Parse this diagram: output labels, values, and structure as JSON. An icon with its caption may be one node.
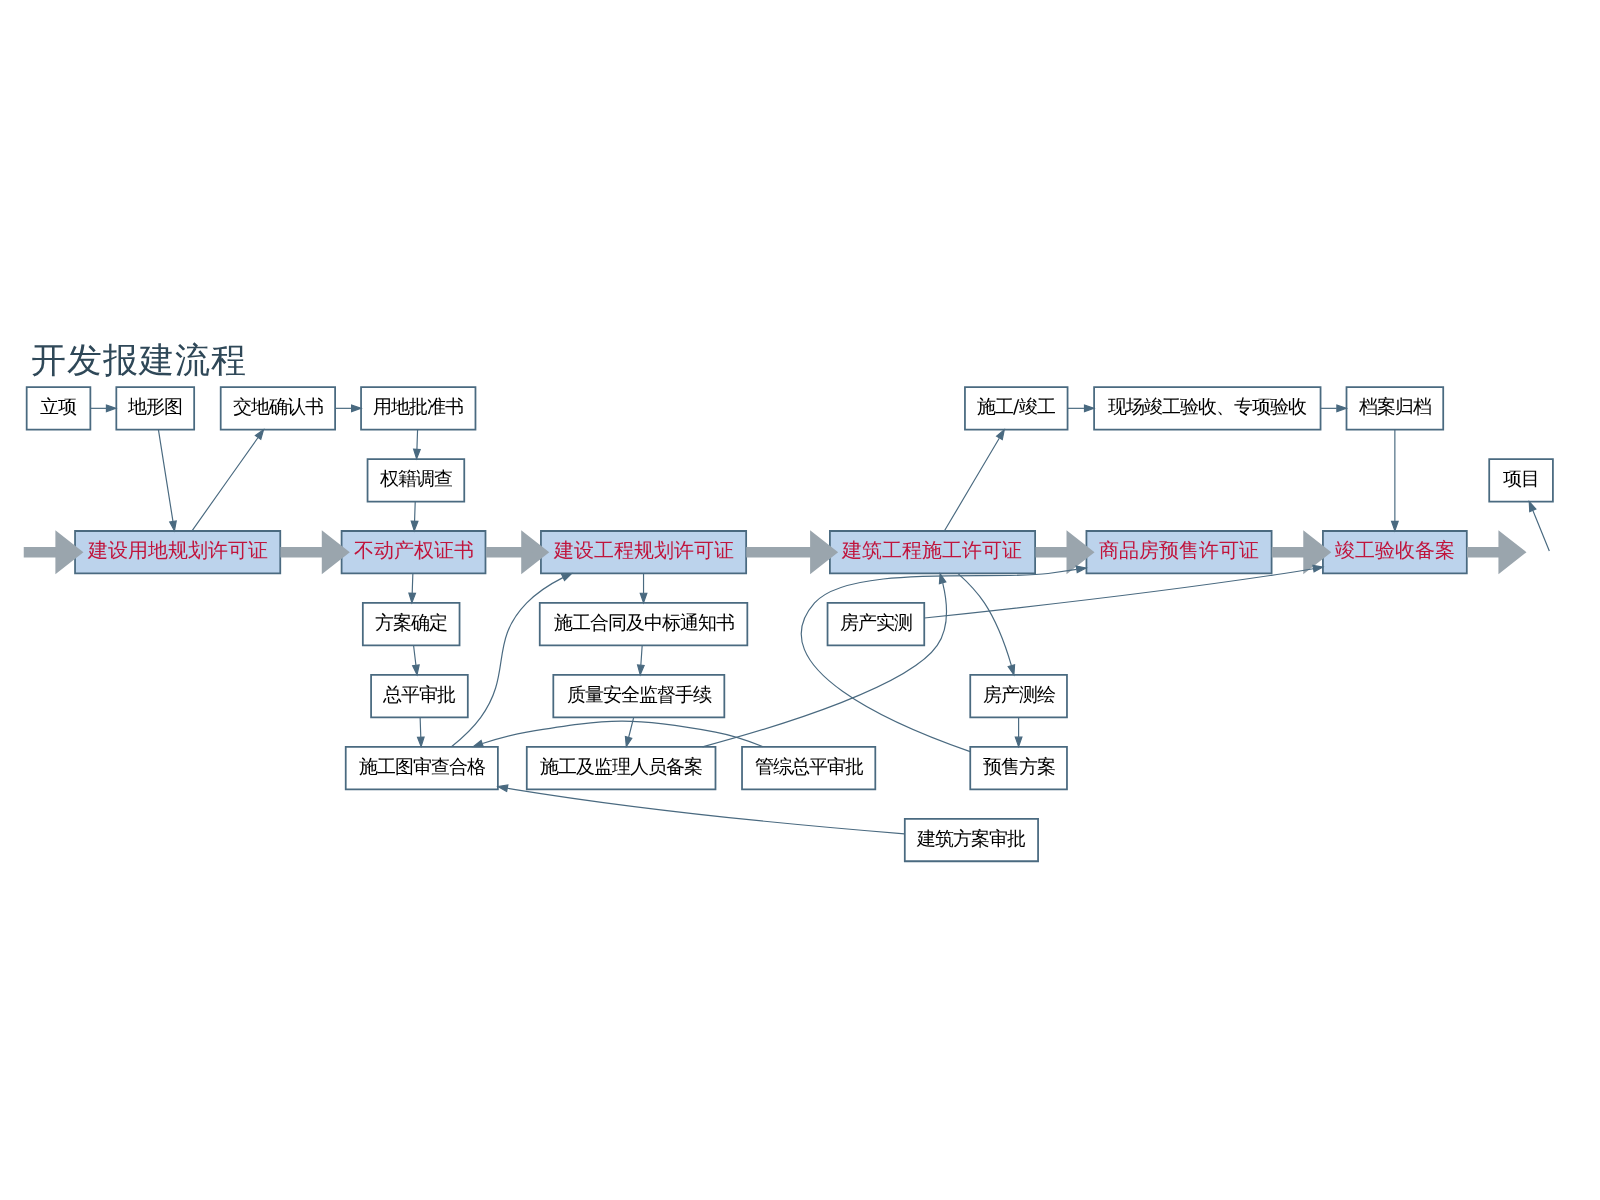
{
  "diagram": {
    "title": "开发报建流程",
    "nodes": [
      {
        "text": [
          "立项"
        ]
      },
      {
        "text": [
          "地形图"
        ]
      },
      {
        "text": [
          "项目"
        ]
      },
      {
        "text": [
          "建设用地规划许可证"
        ]
      },
      {
        "text": [
          "交地确认书"
        ]
      },
      {
        "text": [
          "用地批准书"
        ]
      },
      {
        "text": [
          "权籍调查"
        ]
      },
      {
        "text": [
          "不动产权证书"
        ]
      },
      {
        "text": [
          "方案确定"
        ]
      },
      {
        "text": [
          "总平审批"
        ]
      },
      {
        "text": [
          "管综总平审批"
        ]
      },
      {
        "text": [
          "建筑方案审批"
        ]
      },
      {
        "text": [
          "施工图审查合格"
        ]
      },
      {
        "text": [
          "建设工程规划许可证"
        ]
      },
      {
        "text": [
          "施工合同及中标通知书"
        ]
      },
      {
        "text": [
          "质量安全监督手续"
        ]
      },
      {
        "text": [
          "施工及监理人员备案"
        ]
      },
      {
        "text": [
          "建筑工程施工许可证"
        ]
      },
      {
        "text": [
          "施工/竣工"
        ]
      },
      {
        "text": [
          "现场竣工验收、专项验收"
        ]
      },
      {
        "text": [
          "档案归档"
        ]
      },
      {
        "text": [
          "房产测绘"
        ]
      },
      {
        "text": [
          "预售方案"
        ]
      },
      {
        "text": [
          "商品房预售许可证"
        ]
      },
      {
        "text": [
          "竣工验收备案"
        ]
      },
      {
        "text": [
          "房产实测"
        ]
      }
    ],
    "edges": [
      {
        "from": 0,
        "to": 1,
        "arrow": "to"
      },
      {
        "from": 1,
        "to": 3,
        "arrow": "to"
      },
      {
        "from": null,
        "to": 2,
        "arrow": "to"
      },
      {
        "from": null,
        "to": 3,
        "arrow": "to",
        "style": "thick",
        "color": "#9aa5ad"
      },
      {
        "from": 3,
        "to": 7,
        "arrow": "to",
        "style": "thick",
        "color": "#9aa5ad"
      },
      {
        "from": 3,
        "to": 4,
        "arrow": "to"
      },
      {
        "from": 4,
        "to": 5,
        "arrow": "to"
      },
      {
        "from": 5,
        "to": 6,
        "arrow": "to"
      },
      {
        "from": 6,
        "to": 7,
        "arrow": "to"
      },
      {
        "from": 7,
        "to": 13,
        "arrow": "to",
        "style": "thick",
        "color": "#9aa5ad"
      },
      {
        "from": 7,
        "to": 8,
        "arrow": "to"
      },
      {
        "from": 8,
        "to": 9,
        "arrow": "to"
      },
      {
        "from": 9,
        "to": 12,
        "arrow": "to"
      },
      {
        "from": 10,
        "to": 12,
        "arrow": "to"
      },
      {
        "from": 11,
        "to": 12,
        "arrow": "to"
      },
      {
        "from": 12,
        "to": 13,
        "arrow": "to"
      },
      {
        "from": 13,
        "to": 17,
        "arrow": "to",
        "style": "thick",
        "color": "#9aa5ad"
      },
      {
        "from": 13,
        "to": 14,
        "arrow": "to"
      },
      {
        "from": 14,
        "to": 15,
        "arrow": "to"
      },
      {
        "from": 15,
        "to": 16,
        "arrow": "to"
      },
      {
        "from": 16,
        "to": 17,
        "arrow": "to"
      },
      {
        "from": 17,
        "to": 23,
        "arrow": "to",
        "style": "thick",
        "color": "#9aa5ad"
      },
      {
        "from": 17,
        "to": 18,
        "arrow": "to"
      },
      {
        "from": 18,
        "to": 19,
        "arrow": "to"
      },
      {
        "from": 19,
        "to": 20,
        "arrow": "to"
      },
      {
        "from": 20,
        "to": 24,
        "arrow": "to"
      },
      {
        "from": 17,
        "to": 21,
        "arrow": "to"
      },
      {
        "from": 21,
        "to": 22,
        "arrow": "to"
      },
      {
        "from": 22,
        "to": 23,
        "arrow": "to"
      },
      {
        "from": 23,
        "to": 24,
        "arrow": "to",
        "style": "thick",
        "color": "#9aa5ad"
      },
      {
        "from": 24,
        "to": null,
        "arrow": "to",
        "style": "thick",
        "color": "#9aa5ad"
      },
      {
        "from": 25,
        "to": 24,
        "arrow": "to"
      }
    ]
  }
}
